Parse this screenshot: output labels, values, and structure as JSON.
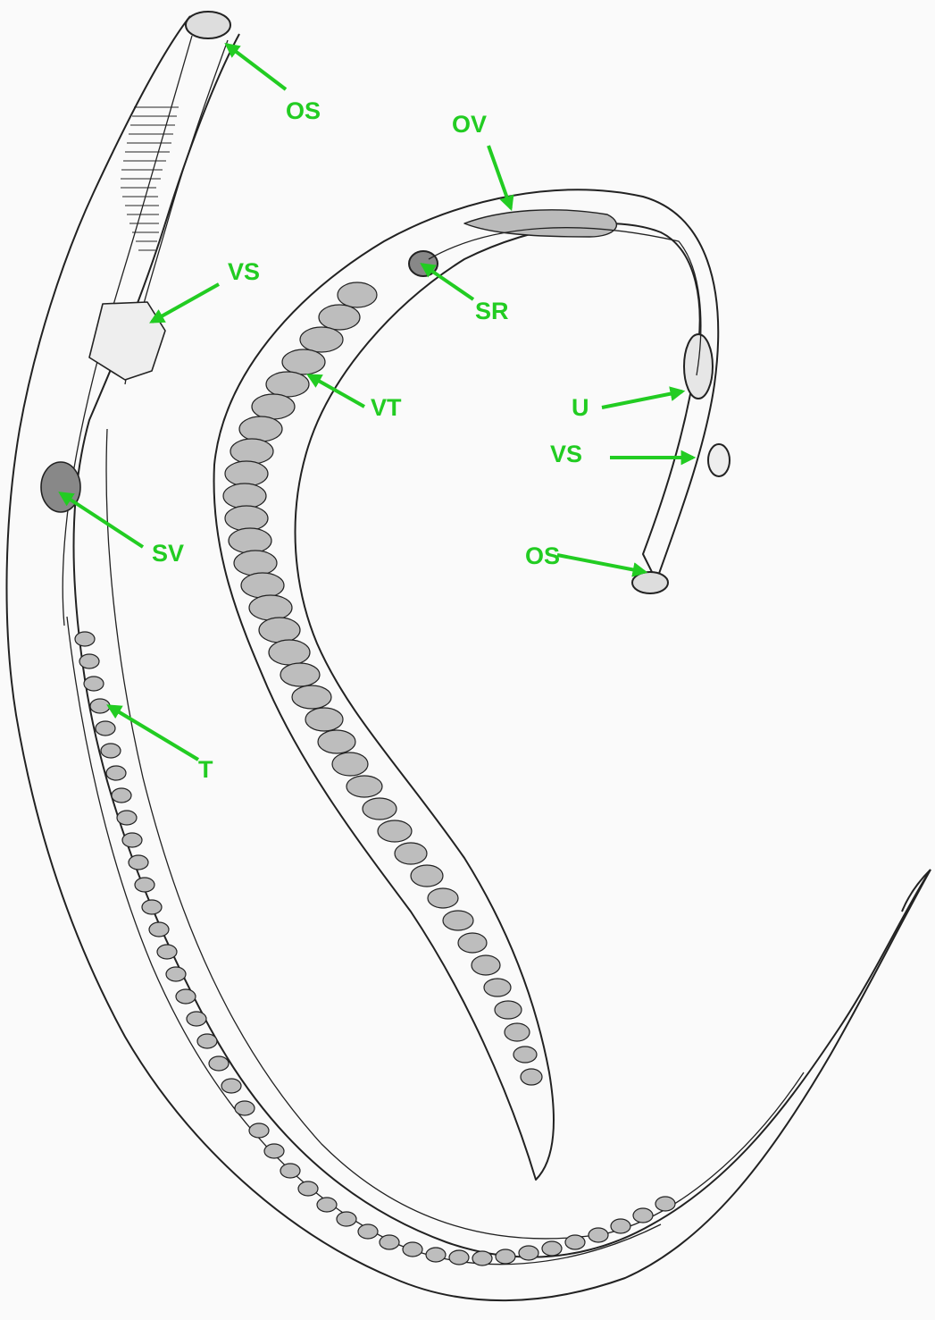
{
  "colors": {
    "background": "#fafafa",
    "label": "#22cc22",
    "ink": "#222222",
    "organ_fill": "#bdbdbd"
  },
  "labels": {
    "left_os": "OS",
    "left_vs": "VS",
    "left_sv": "SV",
    "left_t": "T",
    "right_ov": "OV",
    "right_sr": "SR",
    "right_vt": "VT",
    "right_u": "U",
    "right_vs": "VS",
    "right_os": "OS"
  }
}
